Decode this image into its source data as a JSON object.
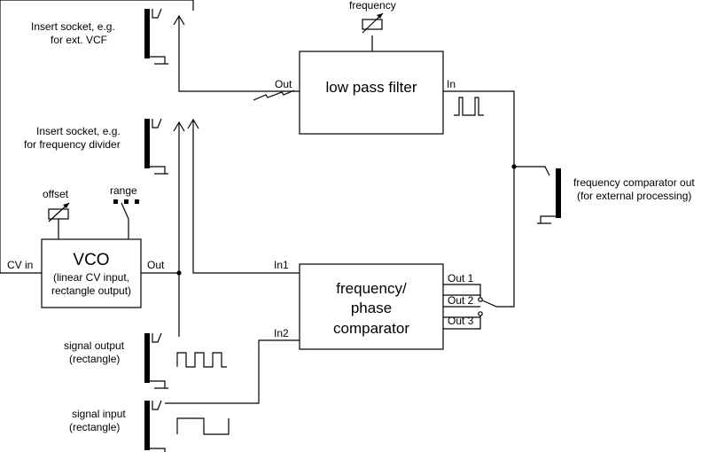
{
  "sockets": {
    "insert_vcf": [
      "Insert socket, e.g.",
      "for ext. VCF"
    ],
    "insert_divider": [
      "Insert socket, e.g.",
      "for frequency divider"
    ],
    "signal_output": [
      "signal output",
      "(rectangle)"
    ],
    "signal_input": [
      "signal input",
      "(rectangle)"
    ],
    "comparator_out": [
      "frequency comparator out",
      "(for external processing)"
    ]
  },
  "vco": {
    "title": "VCO",
    "desc": [
      "(linear CV input,",
      "rectangle output)"
    ],
    "cv_in": "CV in",
    "out": "Out",
    "offset": "offset",
    "range": "range"
  },
  "lpf": {
    "title": "low pass filter",
    "out": "Out",
    "in": "In",
    "frequency": "frequency"
  },
  "comparator": {
    "title": [
      "frequency/",
      "phase",
      "comparator"
    ],
    "in1": "In1",
    "in2": "In2",
    "out1": "Out 1",
    "out2": "Out 2",
    "out3": "Out 3"
  }
}
